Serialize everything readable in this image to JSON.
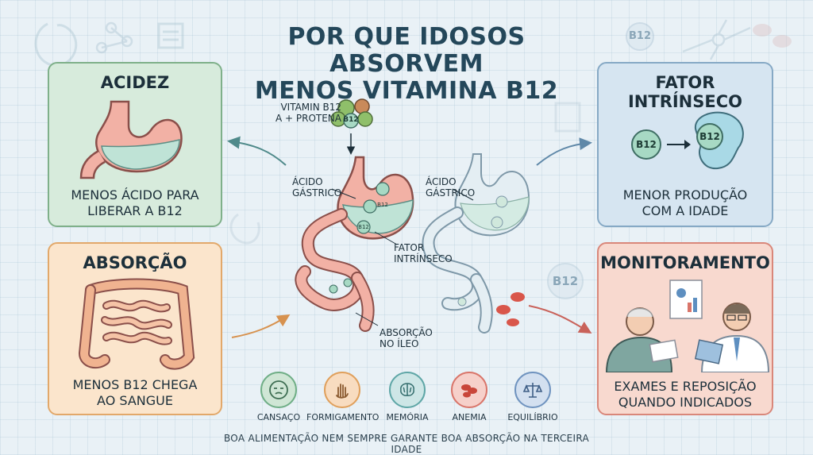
{
  "title": {
    "line1": "POR QUE  IDOSOS  ABSORVEM",
    "line2": "MENOS VITAMINA B12"
  },
  "panels": {
    "acidez": {
      "title": "ACIDEZ",
      "text": "MENOS ÁCIDO PARA\nLIBERAR A B12"
    },
    "absorcao": {
      "title": "ABSORÇÃO",
      "text": "MENOS B12 CHEGA\nAO SANGUE"
    },
    "fator": {
      "title": "FATOR INTRÍNSECO",
      "text": "MENOR PRODUÇÃO\nCOM A IDADE",
      "badge_left": "B12",
      "badge_right": "B12"
    },
    "monitoramento": {
      "title": "MONITORAMENTO",
      "text": "EXAMES E REPOSIÇÃO\nQUANDO INDICADOS"
    }
  },
  "center": {
    "food_label": "VITAMIN B12\nA + PROTENA",
    "food_badge": "B12",
    "acid_left": "ÁCIDO\nGÁSTRICO",
    "acid_right": "ÁCIDO\nGÁSTRICO",
    "fator_label": "FATOR\nINTRÍNSECO",
    "ileo_label": "ABSORÇÃO\nNO ÍLEO",
    "b12_small": "B12"
  },
  "decor": {
    "b12_bubble": "B12"
  },
  "symptoms": [
    {
      "label": "CANSAÇO",
      "icon": "tired-face-icon",
      "color": "#6fae86",
      "fill": "#cfe6d5"
    },
    {
      "label": "FORMIGAMENTO",
      "icon": "tingling-hand-icon",
      "color": "#e0a05c",
      "fill": "#f8dcc0"
    },
    {
      "label": "MEMÓRIA",
      "icon": "brain-icon",
      "color": "#5ea6a6",
      "fill": "#cde6e6"
    },
    {
      "label": "ANEMIA",
      "icon": "red-blood-cells-icon",
      "color": "#d9756a",
      "fill": "#f6d0ca"
    },
    {
      "label": "EQUILÍBRIO",
      "icon": "balance-scale-icon",
      "color": "#6f93bf",
      "fill": "#d3e0f0"
    }
  ],
  "footer": "BOA ALIMENTAÇÃO NEM SEMPRE GARANTE BOA ABSORÇÃO NA TERCEIRA IDADE",
  "colors": {
    "title": "#24475a",
    "green_panel": "#d7ebdc",
    "orange_panel": "#fbe5cc",
    "blue_panel": "#d6e5f1",
    "red_panel": "#f8d9cf",
    "stomach_pink": "#f2a99a",
    "fluid_teal": "#bfe3d6"
  }
}
